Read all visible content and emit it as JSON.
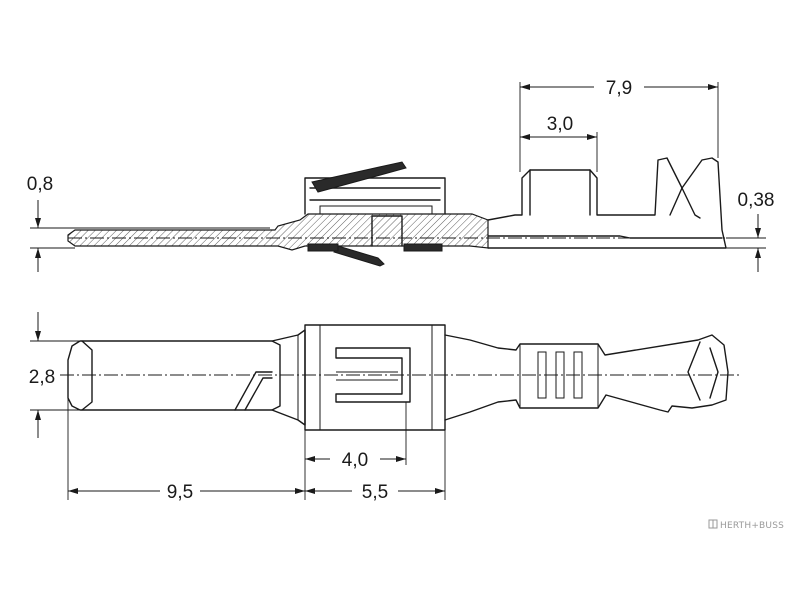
{
  "diagram": {
    "subject": "crimp-terminal-pin-drawing",
    "line_color": "#1a1a1a",
    "dimensions": {
      "overall_crimp_length": "7,9",
      "crimp_wing_width": "3,0",
      "blade_thickness": "0,8",
      "material_thickness": "0,38",
      "pin_width": "2,8",
      "insertion_length": "4,0",
      "pin_length": "9,5",
      "body_length": "5,5"
    },
    "watermark": {
      "text": "HERTH+BUSS",
      "color": "#9a9a9a"
    }
  }
}
